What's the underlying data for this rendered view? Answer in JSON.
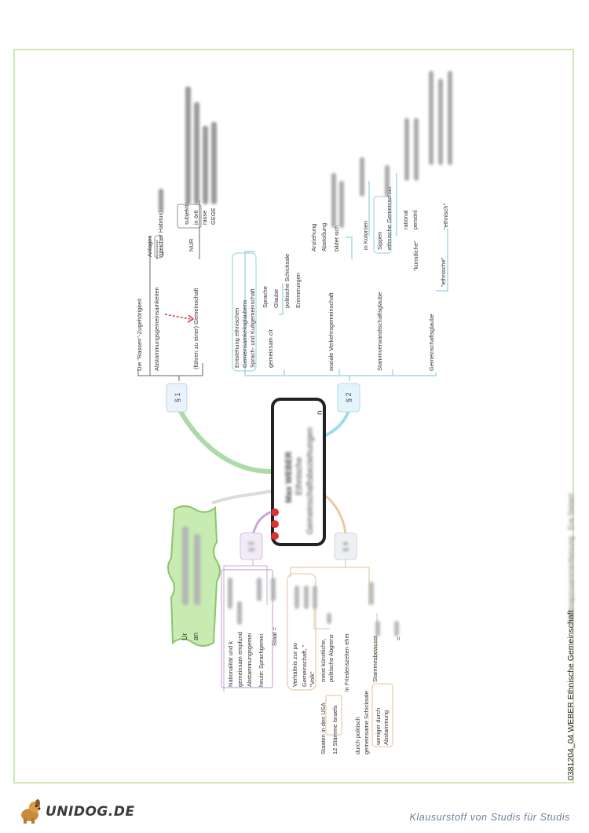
{
  "document": {
    "side_title": "0381204_04 WEBER Ethnische Gemeinschaft",
    "side_title_blurred": "Mindmapzusammenfassung · Eva Siebert",
    "root": {
      "line1": "Max WEBER",
      "line2": "Ethnische",
      "line3": "Gemeinschaftsbeziehungen"
    },
    "sections": {
      "s1": "§ 1",
      "s2": "§ 2",
      "s3": "§ 3",
      "s4": "§ 4"
    },
    "s1_branch": {
      "rassen": "Die \"Rassen\"-Zugehörigkeit",
      "abstammung": "Abstammungsgemeinsamkeiten",
      "anlagen": "Anlagen",
      "gleicher": "(gleicher Habitus)",
      "fuehren": "(führen zu einer) Gemeinschaft",
      "nur": "NUR",
      "sub1": "subjektiv",
      "sub2": "in örtl",
      "sub3": "rasse",
      "sub4": "GEGE"
    },
    "s2_branch": {
      "entstehung1": "Entstehung ethnischen",
      "entstehung2": "Gemeinsamkeitsglaubens",
      "entstehung3": "Sprach- und Kultgemeinschaft",
      "gemeinsam": "gemeinsam c/r",
      "sprache": "Sprache",
      "glaube": "Glaube",
      "schicksale": "politische Schicksale",
      "erinnerungen": "Erinnerungen",
      "verkehr": "soziale Verkehrsgemeinschaft",
      "anziehung": "Anziehung",
      "abstossung": "Abstoßung",
      "bildet": "bildet sich",
      "stamm": "Stammverwandtschaftsglaube",
      "kolonien": "in Kolonien",
      "sippen": "Sippen",
      "ethnische_gem": "ethnische Gemeinschaft",
      "rational": "rational",
      "persoenlich": "persönl",
      "kuenstliche": "\"künstliche\"",
      "gemeinschaftsglaube": "Gemeinschaftsglaube",
      "ethnische": "\"ethnische\"",
      "ethnisch_ref": "\"ethnisch\""
    },
    "s3_branch": {
      "note_line1": "Ur",
      "note_line2": "an",
      "nationalitaet": "Nationalität und k",
      "gemeinsam_empfund": "gemeinsam empfund",
      "abstammungsgemein": "Abstammungsgemei",
      "heute": "heute: Sprachgemei",
      "staat": "Staat ="
    },
    "s4_branch": {
      "verhaeltnis1": "Verhältnis zur po",
      "verhaeltnis2": "Gemeinschaft, \"",
      "volk": "\"Volk\"",
      "meist": "meist künstliche,",
      "politische_abgrenz": "politische Abgrenz",
      "friedenszeiten": "in Friedenszeiten eher",
      "stammesbewusst": "Stammesbewusst",
      "staaten_usa": "Staaten in den USA",
      "israels": "12 Stämme Israels",
      "durch_politisch1": "durch politisch",
      "durch_politisch2": "gemeinsame Schicksale",
      "weniger1": "weniger durch",
      "weniger2": "Abstammung"
    }
  },
  "footer": {
    "logo_text": "UNIDOG.DE",
    "slogan": "Klausurstoff von Studis für Studis"
  }
}
